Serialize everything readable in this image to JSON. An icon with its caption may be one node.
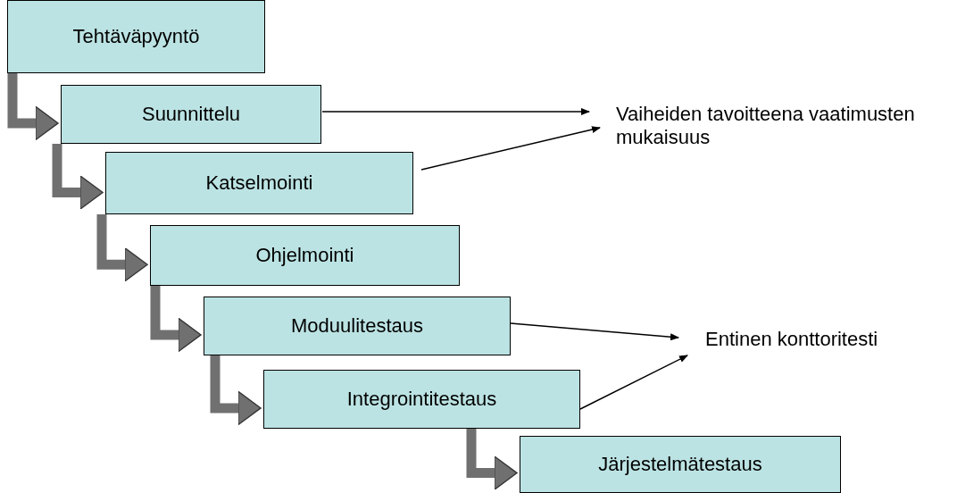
{
  "diagram": {
    "nodes": [
      {
        "text": [
          "Tehtäväpyyntö"
        ]
      },
      {
        "text": [
          "Suunnittelu"
        ]
      },
      {
        "text": [
          "Katselmointi"
        ]
      },
      {
        "text": [
          "Ohjelmointi"
        ]
      },
      {
        "text": [
          "Moduulitestaus"
        ]
      },
      {
        "text": [
          "Integrointitestaus"
        ]
      },
      {
        "text": [
          "Järjestelmätestaus"
        ]
      },
      {
        "text": [
          "Vaiheiden tavoitteena vaatimusten mukaisuus"
        ]
      },
      {
        "text": [
          "Entinen konttoritesti"
        ]
      }
    ],
    "edges": [
      {
        "from": 0,
        "to": 1,
        "arrow": "to"
      },
      {
        "from": 1,
        "to": 2,
        "arrow": "to"
      },
      {
        "from": 2,
        "to": 3,
        "arrow": "to"
      },
      {
        "from": 3,
        "to": 4,
        "arrow": "to"
      },
      {
        "from": 4,
        "to": 5,
        "arrow": "to"
      },
      {
        "from": 5,
        "to": 6,
        "arrow": "to"
      },
      {
        "from": 1,
        "to": 7,
        "arrow": "to",
        "color": "#000000"
      },
      {
        "from": 2,
        "to": 7,
        "arrow": "to",
        "color": "#000000"
      },
      {
        "from": 4,
        "to": 8,
        "arrow": "to",
        "color": "#000000"
      },
      {
        "from": 5,
        "to": 8,
        "arrow": "to",
        "color": "#000000"
      }
    ]
  }
}
